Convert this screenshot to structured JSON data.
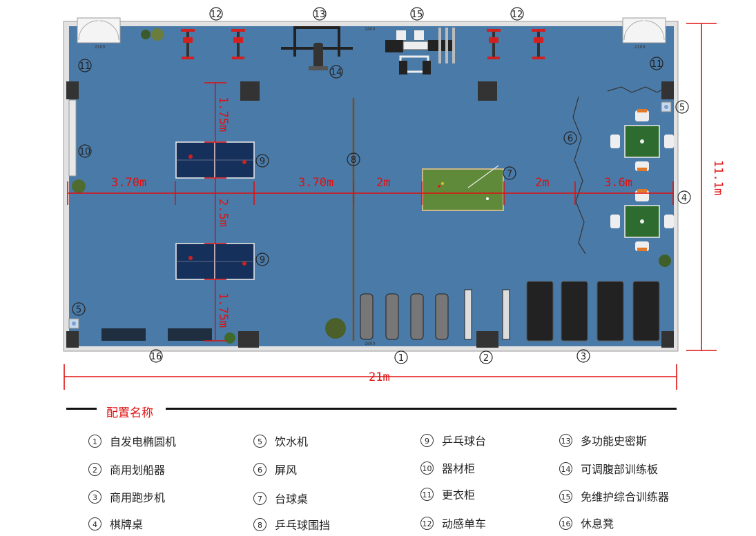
{
  "dimensions": {
    "total_width": "21m",
    "total_height": "11.1m",
    "left_gap": "3.70m",
    "middle_gap": "3.70m",
    "gap_a": "2m",
    "gap_b": "2m",
    "gap_c": "3.6m",
    "top_gap": "1.75m",
    "table_gap": "2.5m",
    "bottom_gap": "1.75m"
  },
  "markers": {
    "m1": "1",
    "m2": "2",
    "m3": "3",
    "m4": "4",
    "m5": "5",
    "m6": "6",
    "m7": "7",
    "m8": "8",
    "m9": "9",
    "m10": "10",
    "m11": "11",
    "m12": "12",
    "m13": "13",
    "m14": "14",
    "m15": "15",
    "m16": "16"
  },
  "door_tags": {
    "left": "2100",
    "right": "2100",
    "top": "1800",
    "bottom": "1800"
  },
  "legend": {
    "title": "配置名称",
    "items": [
      {
        "num": "1",
        "label": "自发电椭圆机"
      },
      {
        "num": "2",
        "label": "商用划船器"
      },
      {
        "num": "3",
        "label": "商用跑步机"
      },
      {
        "num": "4",
        "label": "棋牌桌"
      },
      {
        "num": "5",
        "label": "饮水机"
      },
      {
        "num": "6",
        "label": "屏风"
      },
      {
        "num": "7",
        "label": "台球桌"
      },
      {
        "num": "8",
        "label": "乒乓球围挡"
      },
      {
        "num": "9",
        "label": "乒乓球台"
      },
      {
        "num": "10",
        "label": "器材柜"
      },
      {
        "num": "11",
        "label": "更衣柜"
      },
      {
        "num": "12",
        "label": "动感单车"
      },
      {
        "num": "13",
        "label": "多功能史密斯"
      },
      {
        "num": "14",
        "label": "可调腹部训练板"
      },
      {
        "num": "15",
        "label": "免维护综合训练器"
      },
      {
        "num": "16",
        "label": "休息凳"
      }
    ]
  },
  "colors": {
    "floor": "#4a7aa7",
    "wall": "#dcdcdc",
    "dimension": "#e01010",
    "pingpong_table": "#15305a",
    "billiard_felt": "#5f8a3a",
    "card_table": "#2e6b2e",
    "pillar": "#333333"
  }
}
